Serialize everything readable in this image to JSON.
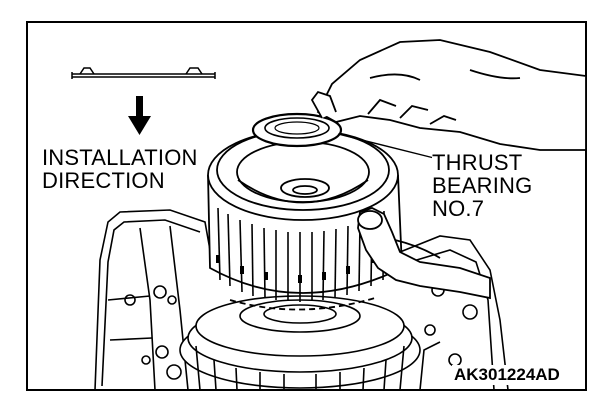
{
  "installation_label": {
    "line1": "INSTALLATION",
    "line2": "DIRECTION"
  },
  "thrust_label": {
    "line1": "THRUST",
    "line2": "BEARING",
    "line3": "NO.7"
  },
  "figure_code": "AK301224AD",
  "colors": {
    "ink": "#000000",
    "paper": "#ffffff"
  }
}
